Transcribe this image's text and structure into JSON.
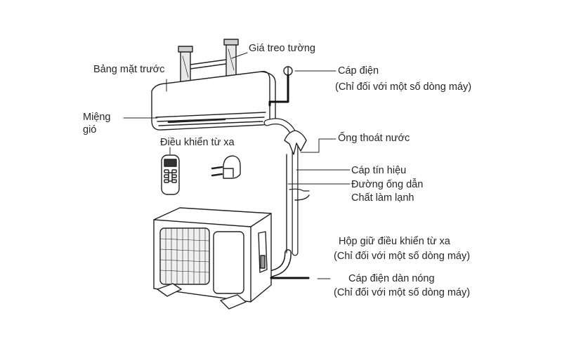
{
  "diagram": {
    "title": "Split air conditioner installation components",
    "labels": {
      "front_panel": "Bảng mặt trước",
      "wall_bracket": "Giá treo tường",
      "air_outlet_line1": "Miệng",
      "air_outlet_line2": "gió",
      "remote_control": "Điều khiển từ xa",
      "power_cable": "Cáp điện",
      "power_cable_note": "(Chỉ đối với một số dòng máy)",
      "drain_hose": "Ống thoát nước",
      "signal_cable": "Cáp tín hiệu",
      "refrigerant_pipe_line1": "Đường ống dẫn",
      "refrigerant_pipe_line2": "Chất làm lạnh",
      "remote_holder": "Hộp giữ điều khiển từ xa",
      "remote_holder_note": "(Chỉ đối với một số dòng máy)",
      "outdoor_power_cable": "Cáp điện dàn nóng",
      "outdoor_power_cable_note": "(Chỉ đối với một số dòng máy)"
    }
  }
}
